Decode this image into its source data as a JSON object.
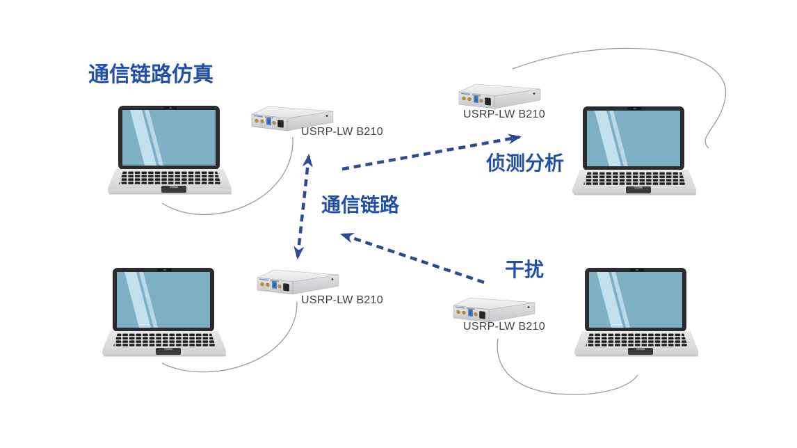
{
  "title": {
    "text": "通信链路仿真"
  },
  "annotations": {
    "comm_link": "通信链路",
    "detection": "侦测分析",
    "interference": "干扰"
  },
  "devices": [
    {
      "id": "usrp-top-left",
      "label": "USRP-LW B210"
    },
    {
      "id": "usrp-top-right",
      "label": "USRP-LW B210"
    },
    {
      "id": "usrp-bottom-left",
      "label": "USRP-LW B210"
    },
    {
      "id": "usrp-bottom-right",
      "label": "USRP-LW B210"
    }
  ],
  "laptops": [
    "top-left",
    "top-right",
    "bottom-left",
    "bottom-right"
  ],
  "connections": {
    "dashed_arrows": [
      {
        "name": "comm-link-vertical",
        "type": "double-headed",
        "from": "usrp-top-left",
        "to": "usrp-bottom-left"
      },
      {
        "name": "detection-link",
        "type": "single-headed",
        "from": "usrp-top-left",
        "to": "usrp-top-right"
      },
      {
        "name": "interference-link",
        "type": "single-headed",
        "from": "usrp-bottom-right",
        "to": "comm-link"
      }
    ],
    "cable_curves": [
      "laptop-top-left to usrp-top-left",
      "laptop-bottom-left to usrp-bottom-left",
      "usrp-top-right to laptop-top-right",
      "usrp-bottom-right to laptop-bottom-right"
    ]
  },
  "colors": {
    "label_blue": "#2150ab",
    "arrow_blue": "#2b4b92",
    "connector_gray": "#9b9b9b",
    "screen_blue": "#7db0c5",
    "screen_stripe": "#c3e1ed",
    "usrp_silver": "#d9dadc",
    "background": "#ffffff"
  }
}
